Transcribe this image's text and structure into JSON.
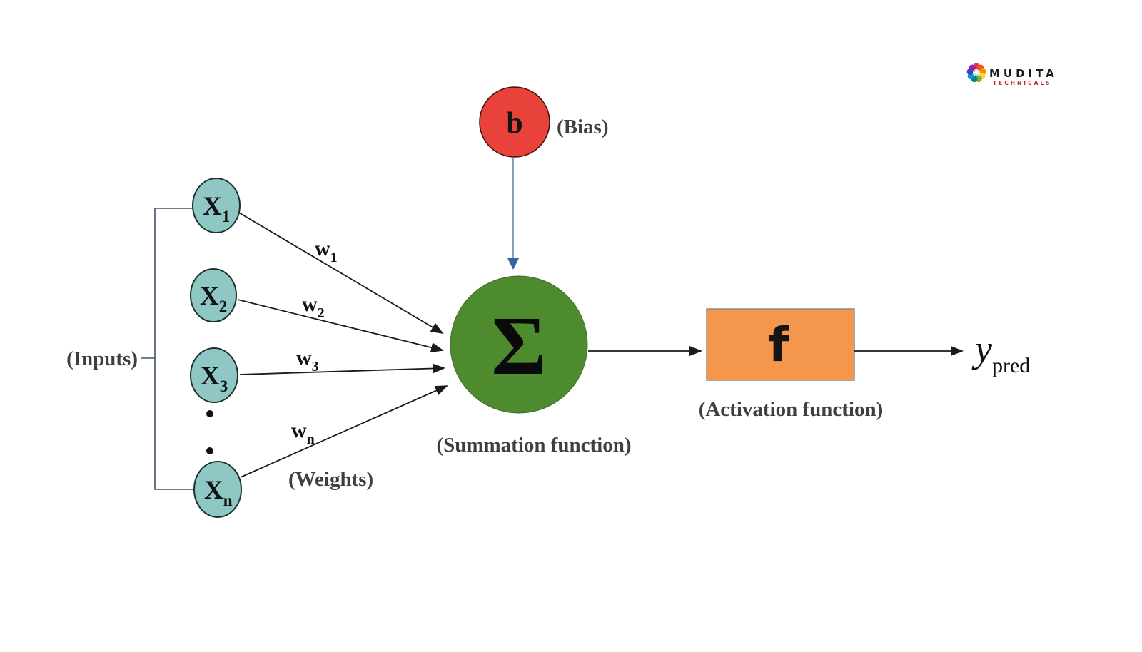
{
  "colors": {
    "input_fill": "#8fc7c4",
    "bias_fill": "#e8423b",
    "summation_fill": "#4e8b2f",
    "activation_fill": "#f4964b",
    "arrow_black": "#1a1a1a",
    "arrow_blue": "#3465a4",
    "bracket_line": "#42526b",
    "caption_gray": "#3f3f3f"
  },
  "labels": {
    "inputs_caption": "(Inputs)",
    "weights_caption": "(Weights)",
    "bias_caption": "(Bias)",
    "summation_caption": "(Summation function)",
    "activation_caption": "(Activation function)"
  },
  "nodes": {
    "inputs": [
      {
        "base": "X",
        "sub": "1"
      },
      {
        "base": "X",
        "sub": "2"
      },
      {
        "base": "X",
        "sub": "3"
      },
      {
        "base": "X",
        "sub": "n"
      }
    ],
    "bias": {
      "label": "b"
    },
    "summation": {
      "symbol": "Σ"
    },
    "activation": {
      "symbol": "f"
    },
    "output": {
      "base": "y",
      "sub": "pred"
    }
  },
  "weights": [
    {
      "base": "w",
      "sub": "1"
    },
    {
      "base": "w",
      "sub": "2"
    },
    {
      "base": "w",
      "sub": "3"
    },
    {
      "base": "w",
      "sub": "n"
    }
  ],
  "logo": {
    "brand": "MUDITA",
    "tagline": "TECHNICALS"
  }
}
